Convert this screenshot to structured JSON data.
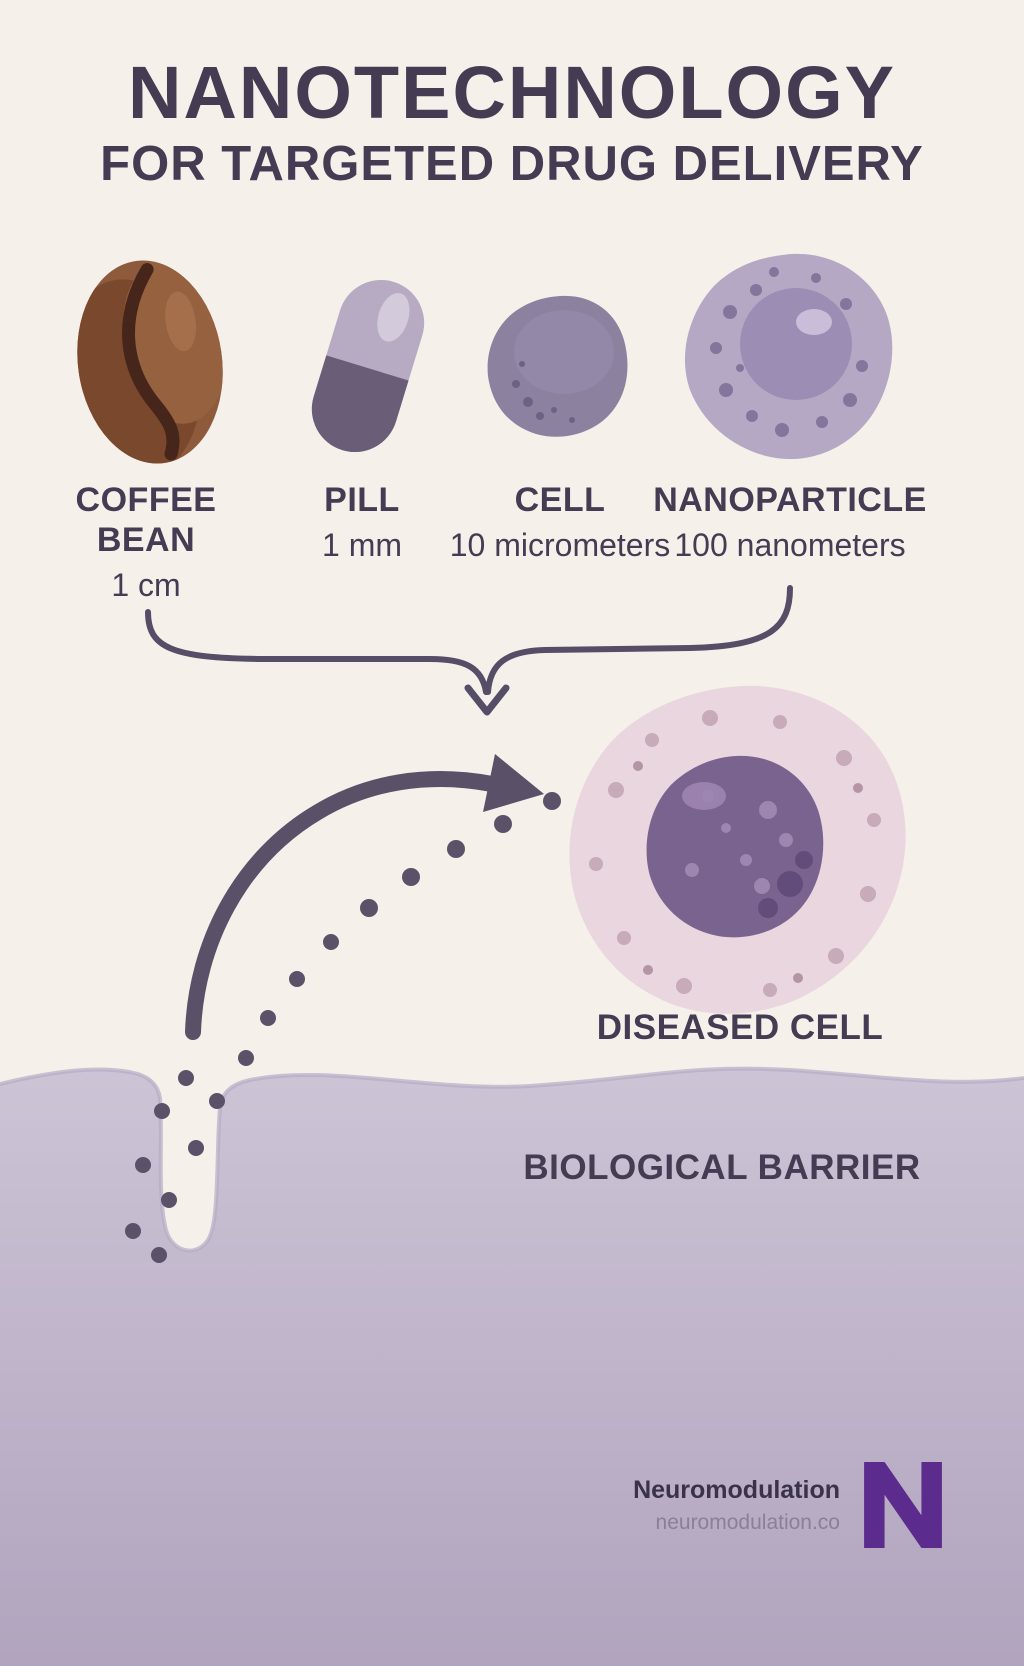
{
  "header": {
    "title": "NANOTECHNOLOGY",
    "subtitle": "FOR TARGETED DRUG DELIVERY"
  },
  "scale_items": [
    {
      "name": "COFFEE BEAN",
      "size": "1 cm"
    },
    {
      "name": "PILL",
      "size": "1 mm"
    },
    {
      "name": "CELL",
      "size": "10 micrometers"
    },
    {
      "name": "NANOPARTICLE",
      "size": "100 nanometers"
    }
  ],
  "diagram_labels": {
    "diseased_cell": "DISEASED CELL",
    "biological_barrier": "BIOLOGICAL BARRIER"
  },
  "footer": {
    "brand": "Neuromodulation",
    "website": "neuromodulation.co",
    "logo_letter": "N"
  },
  "colors": {
    "background": "#f5f0ea",
    "text_dark": "#453c53",
    "arrow": "#5a5068",
    "dot": "#5b5169",
    "barrier_top": "#cdc4d6",
    "barrier_bottom": "#b1a4be",
    "diseased_cell_pink": "#e9d6de",
    "nucleus_purple": "#7b6390",
    "logo_purple": "#5c2b8e",
    "footer_muted": "#8a8095"
  }
}
